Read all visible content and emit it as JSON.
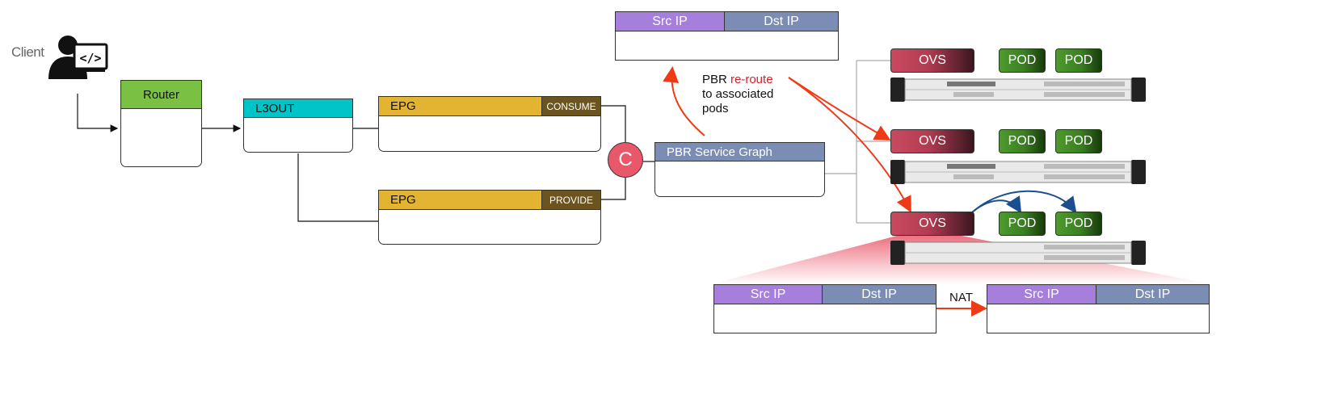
{
  "client": {
    "label": "Client",
    "icon": "developer-user-icon"
  },
  "router": {
    "label": "Router",
    "color": "#7ac143"
  },
  "l3out": {
    "label": "L3OUT",
    "color": "#00c4c8"
  },
  "epg_consume": {
    "label": "EPG",
    "tag": "CONSUME",
    "color": "#e3b432"
  },
  "epg_provide": {
    "label": "EPG",
    "tag": "PROVIDE",
    "color": "#e3b432"
  },
  "contract": {
    "label": "C",
    "color": "#e8586a"
  },
  "pbr_graph": {
    "label": "PBR Service Graph",
    "color": "#7b8db5"
  },
  "top_packet": {
    "src": "Src IP",
    "dst": "Dst IP"
  },
  "pbr_note": {
    "line1_prefix": "PBR ",
    "line1_highlight": "re-route",
    "line2": "to associated",
    "line3": "pods"
  },
  "hosts": [
    {
      "ovs": "OVS",
      "pods": [
        "POD",
        "POD"
      ]
    },
    {
      "ovs": "OVS",
      "pods": [
        "POD",
        "POD"
      ]
    },
    {
      "ovs": "OVS",
      "pods": [
        "POD",
        "POD"
      ]
    }
  ],
  "nat": {
    "label": "NAT",
    "before": {
      "src": "Src IP",
      "dst": "Dst IP"
    },
    "after": {
      "src": "Src IP",
      "dst": "Dst IP"
    }
  },
  "colors": {
    "src_ip": "#a67fdc",
    "dst_ip": "#7b8db5",
    "arrow_red": "#f03a17",
    "arrow_blue": "#1a4e8f"
  }
}
